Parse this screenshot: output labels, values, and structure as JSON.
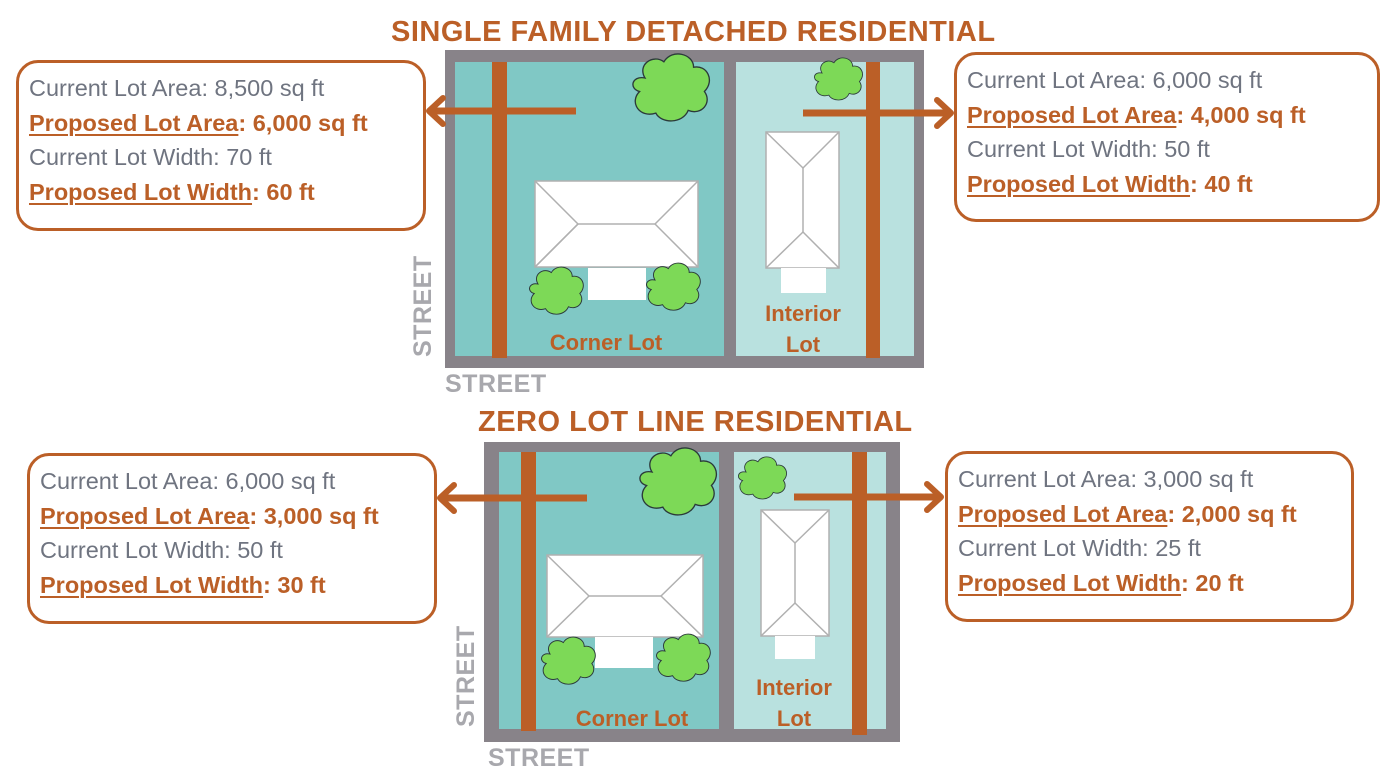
{
  "colors": {
    "accent": "#bb5f27",
    "street_gray": "#888389",
    "corner_lot": "#80c8c5",
    "interior_lot": "#b9e1df",
    "tree_green": "#7dd957",
    "muted_text": "#6f7480",
    "street_label": "#a8a8ad"
  },
  "sections": [
    {
      "title": "SINGLE FAMILY DETACHED RESIDENTIAL",
      "street_vertical": "STREET",
      "street_horizontal": "STREET",
      "corner_lot_label": "Corner Lot",
      "interior_lot_label_line1": "Interior",
      "interior_lot_label_line2": "Lot",
      "corner_box": {
        "current_area_label": "Current Lot Area",
        "current_area_value": ": 8,500 sq ft",
        "proposed_area_label": "Proposed Lot Area",
        "proposed_area_value": ": 6,000 sq ft",
        "current_width_label": "Current Lot Width",
        "current_width_value": ": 70 ft",
        "proposed_width_label": "Proposed Lot Width",
        "proposed_width_value": ": 60 ft"
      },
      "interior_box": {
        "current_area_label": "Current Lot Area",
        "current_area_value": ": 6,000 sq ft",
        "proposed_area_label": "Proposed Lot Area",
        "proposed_area_value": ": 4,000 sq ft",
        "current_width_label": "Current Lot Width",
        "current_width_value": ": 50 ft",
        "proposed_width_label": "Proposed Lot Width",
        "proposed_width_value": ": 40 ft"
      }
    },
    {
      "title": "ZERO LOT LINE RESIDENTIAL",
      "street_vertical": "STREET",
      "street_horizontal": "STREET",
      "corner_lot_label": "Corner Lot",
      "interior_lot_label_line1": "Interior",
      "interior_lot_label_line2": "Lot",
      "corner_box": {
        "current_area_label": "Current Lot Area",
        "current_area_value": ": 6,000 sq ft",
        "proposed_area_label": "Proposed Lot Area",
        "proposed_area_value": ": 3,000 sq ft",
        "current_width_label": "Current Lot Width",
        "current_width_value": ": 50 ft",
        "proposed_width_label": "Proposed Lot Width",
        "proposed_width_value": ": 30 ft"
      },
      "interior_box": {
        "current_area_label": "Current Lot Area",
        "current_area_value": ": 3,000 sq ft",
        "proposed_area_label": "Proposed Lot Area",
        "proposed_area_value": ": 2,000 sq ft",
        "current_width_label": "Current Lot Width",
        "current_width_value": ": 25 ft",
        "proposed_width_label": "Proposed Lot Width",
        "proposed_width_value": ": 20 ft"
      }
    }
  ]
}
